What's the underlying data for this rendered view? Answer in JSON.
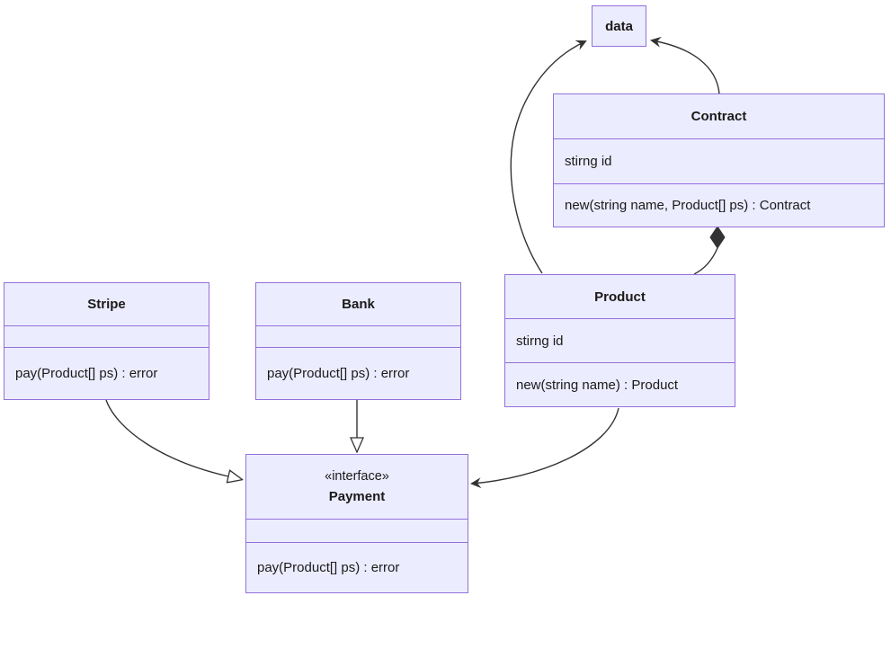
{
  "diagram": {
    "type": "uml-class-diagram",
    "colors": {
      "node_fill": "#ECECFF",
      "node_border": "#9370DB",
      "edge_color": "#333333",
      "text_color": "#1a1a1a"
    },
    "classes": {
      "data": {
        "title": "data"
      },
      "contract": {
        "title": "Contract",
        "attributes": [
          "stirng id"
        ],
        "methods": [
          "new(string name, Product[] ps) : Contract"
        ]
      },
      "product": {
        "title": "Product",
        "attributes": [
          "stirng id"
        ],
        "methods": [
          "new(string name) : Product"
        ]
      },
      "stripe": {
        "title": "Stripe",
        "attributes": [],
        "methods": [
          "pay(Product[] ps) : error"
        ]
      },
      "bank": {
        "title": "Bank",
        "attributes": [],
        "methods": [
          "pay(Product[] ps) : error"
        ]
      },
      "payment": {
        "annotation": "«interface»",
        "title": "Payment",
        "attributes": [],
        "methods": [
          "pay(Product[] ps) : error"
        ]
      }
    },
    "relationships": [
      {
        "from": "Product",
        "to": "data",
        "type": "arrow"
      },
      {
        "from": "Contract",
        "to": "data",
        "type": "arrow"
      },
      {
        "from": "Contract",
        "to": "Product",
        "type": "composition"
      },
      {
        "from": "Stripe",
        "to": "Payment",
        "type": "realization"
      },
      {
        "from": "Bank",
        "to": "Payment",
        "type": "realization"
      },
      {
        "from": "Product",
        "to": "Payment",
        "type": "arrow"
      }
    ]
  }
}
